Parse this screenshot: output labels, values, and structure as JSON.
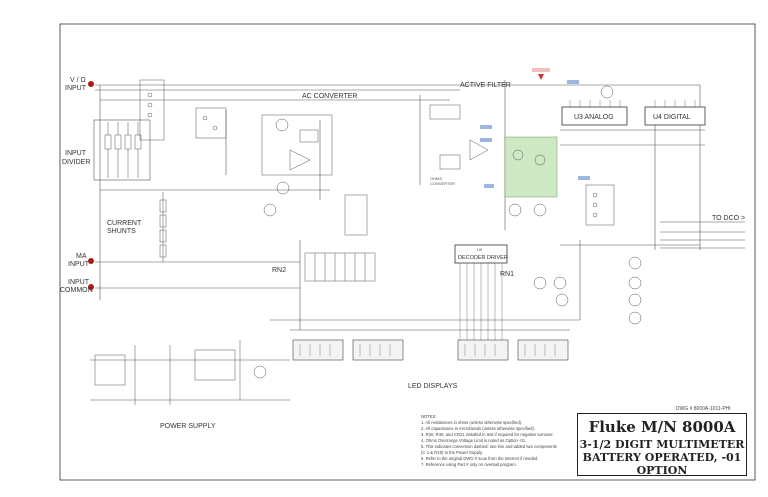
{
  "labels": {
    "vd_input_1": "V / Ω",
    "vd_input_2": "INPUT",
    "input_divider_1": "INPUT",
    "input_divider_2": "DIVIDER",
    "ac_converter": "AC CONVERTER",
    "active_filter": "ACTIVE FILTER",
    "u3_analog": "U3 ANALOG",
    "u4_digital": "U4 DIGITAL",
    "ohms_converter_1": "OHMS",
    "ohms_converter_2": "CONVERTER",
    "current_shunts_1": "CURRENT",
    "current_shunts_2": "SHUNTS",
    "ma_input_1": "MA",
    "ma_input_2": "INPUT",
    "common_input_1": "INPUT",
    "common_input_2": "COMMON",
    "to_dco": "TO DCO >",
    "decoder_driver": "DECODER DRIVER",
    "u5": "U5",
    "rn1": "RN1",
    "rn2": "RN2",
    "led_displays": "LED DISPLAYS",
    "power_supply": "POWER SUPPLY"
  },
  "title_block": {
    "line1": "Fluke M/N 8000A",
    "line2": "3-1/2 DIGIT MULTIMETER",
    "line3": "BATTERY OPERATED, -01 OPTION",
    "dwg_number": "DWG # 8000A-1011-PHI"
  },
  "notes": {
    "heading": "NOTES:",
    "items": [
      "1. All resistances in ohms (unless otherwise specified).",
      "2. All capacitance in microfarads (unless otherwise specified).",
      "3. R30, R40, and CR21 installed in test if required for negative turnover.",
      "4. Ohms Overrange Voltage Limit is noted as Option -01.",
      "5. This indicates conversion dashed: see line and added two components",
      "   (C-1 & R18) to the Power Supply.",
      "6. Refer to the original DWG # scan from the Internet if needed.",
      "7. Reference using Part # only on overlaid program."
    ]
  },
  "colors": {
    "line": "#444444",
    "filter_highlight": "#cfe8c4",
    "terminal": "#b01818",
    "tag": "#9db6e0"
  }
}
